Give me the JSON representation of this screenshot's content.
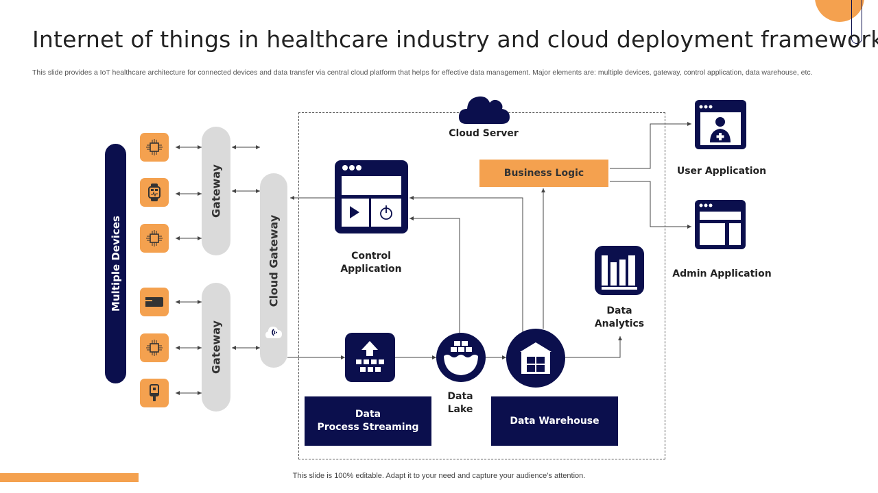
{
  "header": {
    "title": "Internet of things in healthcare industry and cloud deployment framework",
    "subtitle": "This slide provides a IoT healthcare architecture for connected devices and data transfer via central cloud platform that helps for effective  data management. Major elements are: multiple devices, gateway, control application, data warehouse, etc."
  },
  "left": {
    "multiple_devices": "Multiple Devices",
    "gateway_top": "Gateway",
    "gateway_bottom": "Gateway",
    "cloud_gateway": "Cloud Gateway",
    "devices": [
      {
        "icon": "microchip-icon"
      },
      {
        "icon": "smartwatch-icon"
      },
      {
        "icon": "microchip-icon"
      },
      {
        "icon": "card-reader-icon"
      },
      {
        "icon": "microchip-icon"
      },
      {
        "icon": "glucose-meter-icon"
      }
    ]
  },
  "cloud": {
    "server_label": "Cloud Server",
    "control_application": [
      "Control",
      "Application"
    ],
    "business_logic": "Business Logic",
    "data_analytics": [
      "Data",
      "Analytics"
    ],
    "data_lake": [
      "Data",
      "Lake"
    ],
    "data_process_streaming": [
      "Data",
      "Process Streaming"
    ],
    "data_warehouse": "Data Warehouse"
  },
  "apps": {
    "user_application": "User Application",
    "admin_application": "Admin Application"
  },
  "footer": {
    "note": "This slide is 100% editable. Adapt it to your need and capture your audience’s attention."
  },
  "colors": {
    "navy": "#0B0F4D",
    "orange": "#F4A14F",
    "grey_pill": "#DADADA",
    "line": "#444444"
  }
}
